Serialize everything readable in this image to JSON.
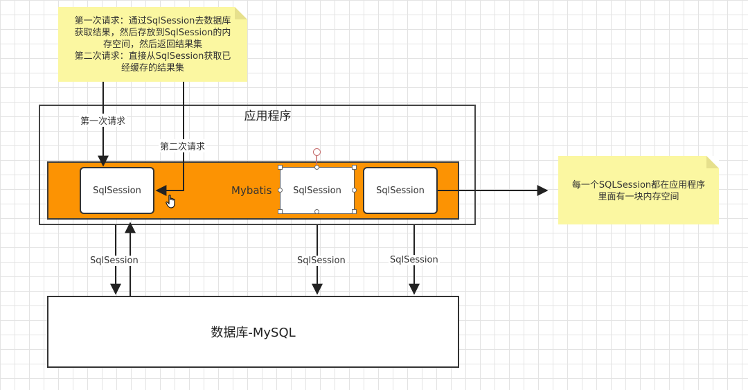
{
  "note_top": {
    "lines": [
      "第一次请求：通过SqlSession去数据库",
      "获取结果，然后存放到SqlSession的内",
      "存空间，然后返回结果集",
      "第二次请求：直接从SqlSession获取已",
      "经缓存的结果集"
    ]
  },
  "note_right": {
    "lines": [
      "每一个SQLSession都在应用程序",
      "里面有一块内存空间"
    ]
  },
  "app": {
    "title": "应用程序"
  },
  "mybatis": {
    "label": "Mybatis"
  },
  "sessions": [
    "SqlSession",
    "SqlSession",
    "SqlSession"
  ],
  "database": {
    "label": "数据库-MySQL"
  },
  "edge_labels": {
    "first_request": "第一次请求",
    "second_request": "第二次请求",
    "sql_left": "SqlSession",
    "sql_middle": "SqlSession",
    "sql_right": "SqlSession"
  },
  "colors": {
    "note": "#fbf7a1",
    "mybatis": "#fc9303",
    "grid": "#e3e3e3"
  }
}
